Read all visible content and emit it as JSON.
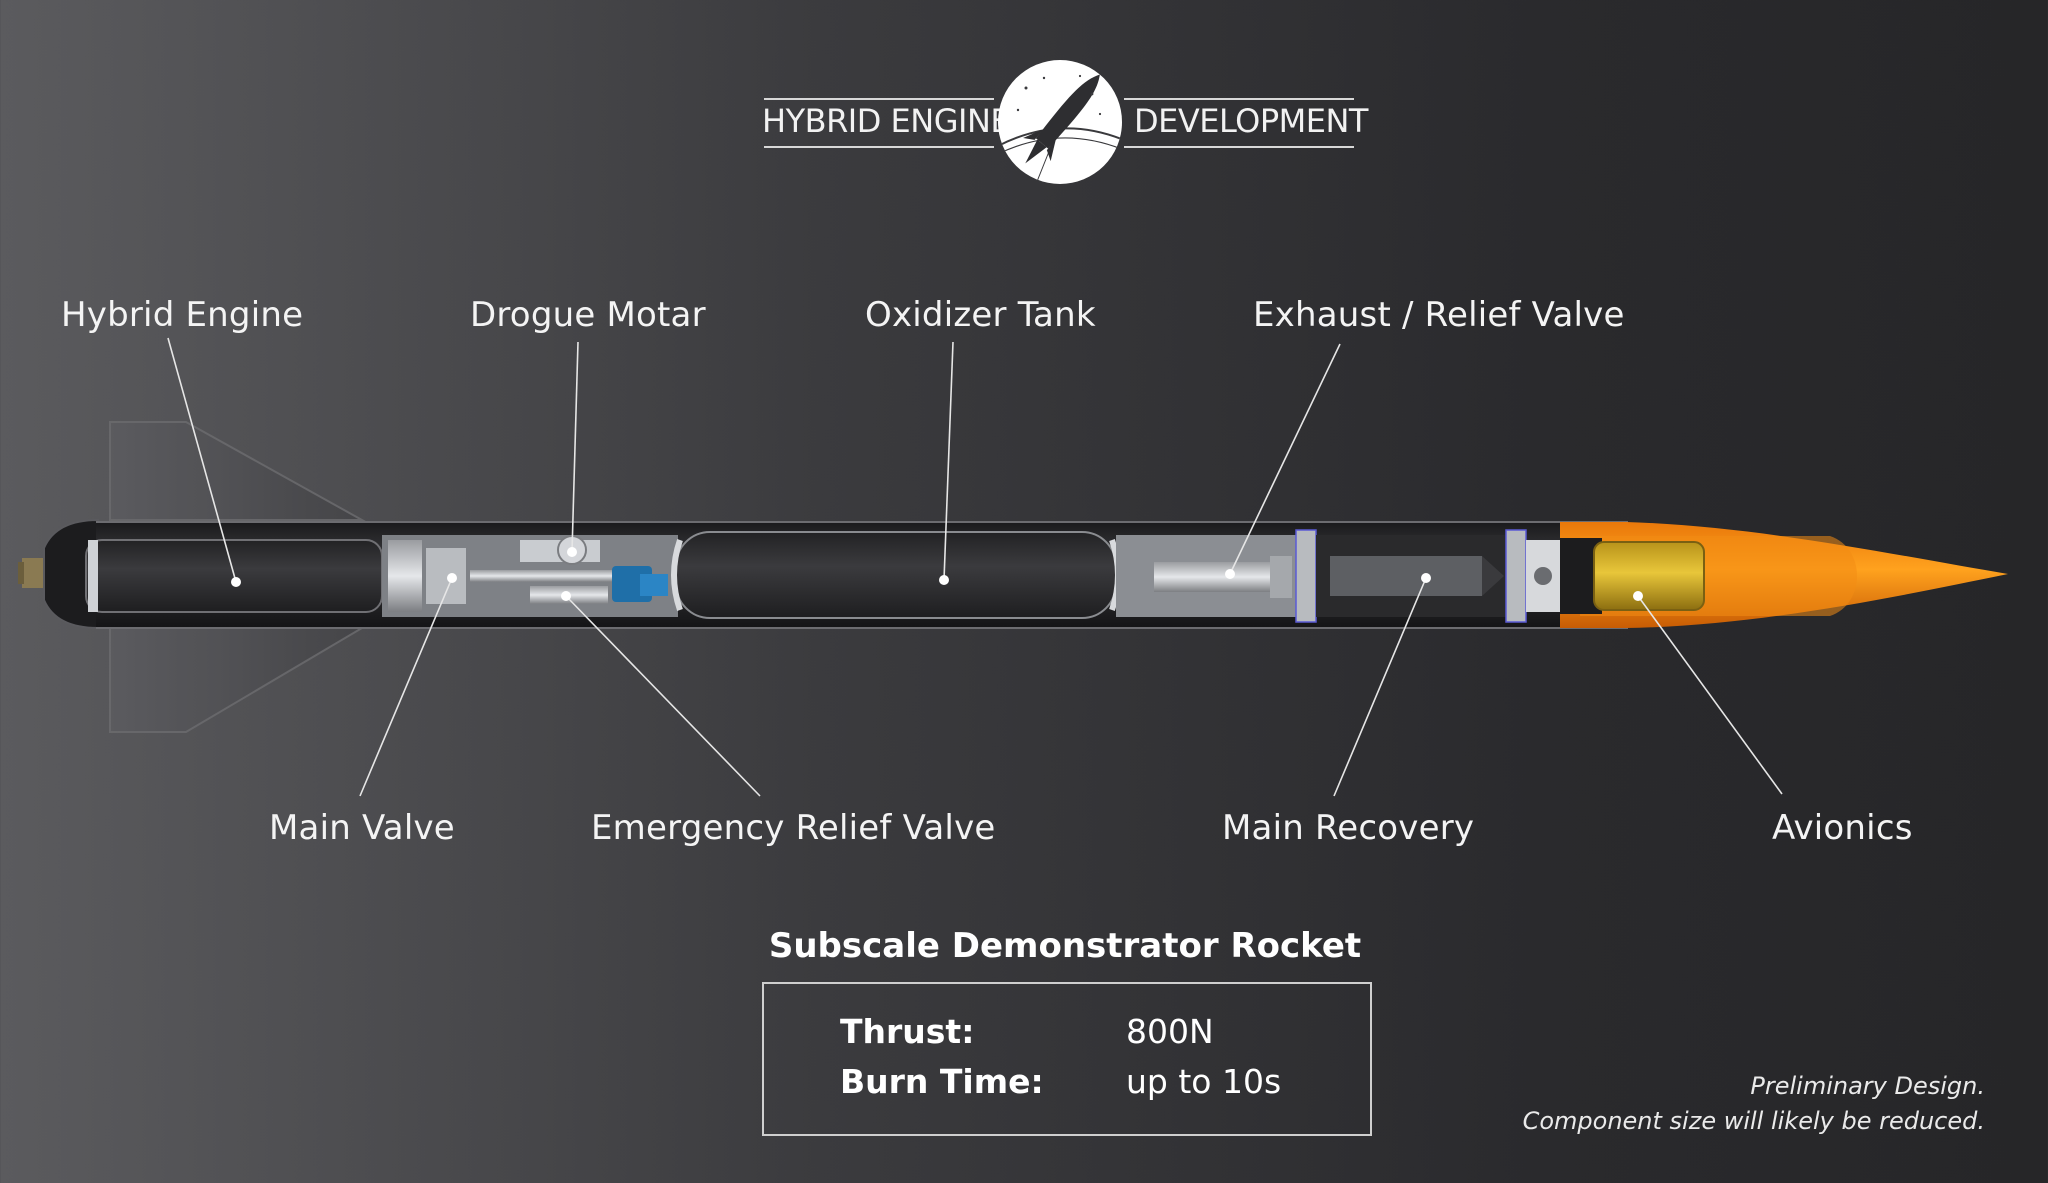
{
  "header": {
    "left_text": "HYBRID ENGINE",
    "right_text": "DEVELOPMENT"
  },
  "labels": {
    "hybrid_engine": "Hybrid Engine",
    "drogue_motor": "Drogue Motar",
    "oxidizer_tank": "Oxidizer Tank",
    "exhaust_relief_valve": "Exhaust / Relief Valve",
    "main_valve": "Main Valve",
    "emergency_relief_valve": "Emergency Relief Valve",
    "main_recovery": "Main Recovery",
    "avionics": "Avionics"
  },
  "specs": {
    "title": "Subscale Demonstrator Rocket",
    "rows": [
      {
        "key": "Thrust:",
        "value": "800N"
      },
      {
        "key": "Burn Time:",
        "value": "up to 10s"
      }
    ]
  },
  "notes": {
    "line1": "Preliminary Design.",
    "line2": "Component size will likely be reduced."
  },
  "colors": {
    "nose_cone": "#f08a10",
    "avionics_bay": "#d9b425",
    "valve_blue": "#1f6fa8",
    "body_dark": "#2c2c2e",
    "background_left": "#5b5b5e",
    "background_right": "#262628"
  },
  "icons": {
    "logo": "rocket-launch-emblem-icon"
  }
}
